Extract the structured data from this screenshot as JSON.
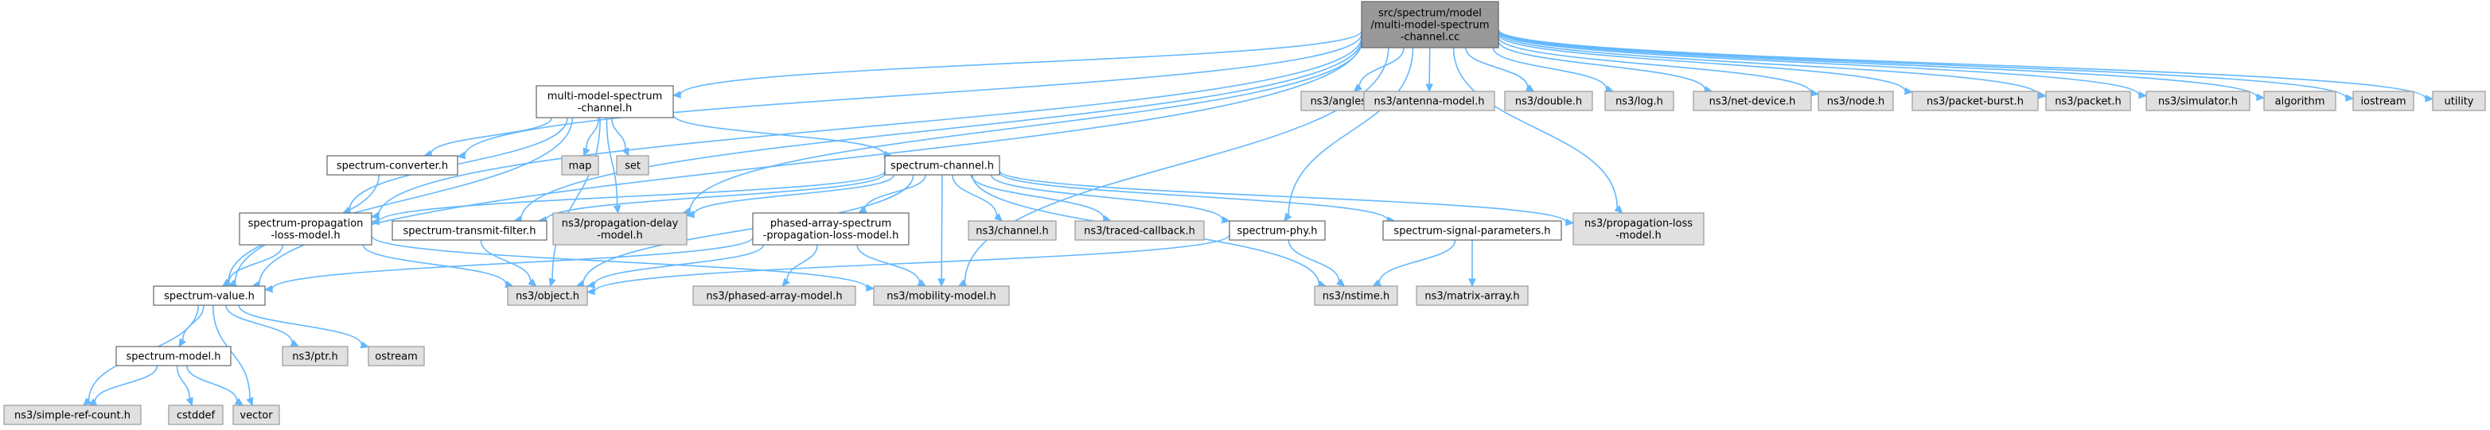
{
  "nodes": {
    "root": [
      "src/spectrum/model",
      "/multi-model-spectrum",
      "-channel.cc"
    ],
    "mmsc_h": [
      "multi-model-spectrum",
      "-channel.h"
    ],
    "angles": [
      "ns3/angles.h"
    ],
    "antenna": [
      "ns3/antenna-model.h"
    ],
    "double": [
      "ns3/double.h"
    ],
    "log": [
      "ns3/log.h"
    ],
    "netdevice": [
      "ns3/net-device.h"
    ],
    "node": [
      "ns3/node.h"
    ],
    "packetburst": [
      "ns3/packet-burst.h"
    ],
    "packet": [
      "ns3/packet.h"
    ],
    "simulator": [
      "ns3/simulator.h"
    ],
    "algorithm": [
      "algorithm"
    ],
    "iostream": [
      "iostream"
    ],
    "utility": [
      "utility"
    ],
    "map": [
      "map"
    ],
    "set": [
      "set"
    ],
    "converter": [
      "spectrum-converter.h"
    ],
    "channel": [
      "spectrum-channel.h"
    ],
    "proploss": [
      "spectrum-propagation",
      "-loss-model.h"
    ],
    "txfilter": [
      "spectrum-transmit-filter.h"
    ],
    "propdelay": [
      "ns3/propagation-delay",
      "-model.h"
    ],
    "pasp": [
      "phased-array-spectrum",
      "-propagation-loss-model.h"
    ],
    "ns3channel": [
      "ns3/channel.h"
    ],
    "traced": [
      "ns3/traced-callback.h"
    ],
    "phy": [
      "spectrum-phy.h"
    ],
    "sigparams": [
      "spectrum-signal-parameters.h"
    ],
    "ns3proploss": [
      "ns3/propagation-loss",
      "-model.h"
    ],
    "value": [
      "spectrum-value.h"
    ],
    "object": [
      "ns3/object.h"
    ],
    "phasedarray": [
      "ns3/phased-array-model.h"
    ],
    "mobility": [
      "ns3/mobility-model.h"
    ],
    "nstime": [
      "ns3/nstime.h"
    ],
    "matrix": [
      "ns3/matrix-array.h"
    ],
    "model": [
      "spectrum-model.h"
    ],
    "ptr": [
      "ns3/ptr.h"
    ],
    "ostream": [
      "ostream"
    ],
    "refcount": [
      "ns3/simple-ref-count.h"
    ],
    "cstddef": [
      "cstddef"
    ],
    "vector": [
      "vector"
    ]
  },
  "edges": [
    [
      "root",
      "mmsc_h"
    ],
    [
      "root",
      "angles"
    ],
    [
      "root",
      "antenna"
    ],
    [
      "root",
      "double"
    ],
    [
      "root",
      "log"
    ],
    [
      "root",
      "netdevice"
    ],
    [
      "root",
      "node"
    ],
    [
      "root",
      "packetburst"
    ],
    [
      "root",
      "packet"
    ],
    [
      "root",
      "simulator"
    ],
    [
      "root",
      "algorithm"
    ],
    [
      "root",
      "iostream"
    ],
    [
      "root",
      "utility"
    ],
    [
      "root",
      "converter"
    ],
    [
      "root",
      "proploss"
    ],
    [
      "root",
      "txfilter"
    ],
    [
      "root",
      "propdelay"
    ],
    [
      "root",
      "phy"
    ],
    [
      "root",
      "ns3proploss"
    ],
    [
      "root",
      "value"
    ],
    [
      "root",
      "mobility"
    ],
    [
      "mmsc_h",
      "map"
    ],
    [
      "mmsc_h",
      "set"
    ],
    [
      "mmsc_h",
      "converter"
    ],
    [
      "mmsc_h",
      "channel"
    ],
    [
      "mmsc_h",
      "proploss"
    ],
    [
      "mmsc_h",
      "propdelay"
    ],
    [
      "mmsc_h",
      "value"
    ],
    [
      "mmsc_h",
      "object"
    ],
    [
      "converter",
      "value"
    ],
    [
      "channel",
      "proploss"
    ],
    [
      "channel",
      "txfilter"
    ],
    [
      "channel",
      "propdelay"
    ],
    [
      "channel",
      "pasp"
    ],
    [
      "channel",
      "ns3channel"
    ],
    [
      "channel",
      "traced"
    ],
    [
      "channel",
      "phy"
    ],
    [
      "channel",
      "sigparams"
    ],
    [
      "channel",
      "ns3proploss"
    ],
    [
      "channel",
      "object"
    ],
    [
      "channel",
      "mobility"
    ],
    [
      "channel",
      "nstime"
    ],
    [
      "proploss",
      "value"
    ],
    [
      "proploss",
      "object"
    ],
    [
      "proploss",
      "mobility"
    ],
    [
      "txfilter",
      "object"
    ],
    [
      "pasp",
      "value"
    ],
    [
      "pasp",
      "object"
    ],
    [
      "pasp",
      "phasedarray"
    ],
    [
      "pasp",
      "mobility"
    ],
    [
      "phy",
      "object"
    ],
    [
      "phy",
      "nstime"
    ],
    [
      "sigparams",
      "nstime"
    ],
    [
      "sigparams",
      "matrix"
    ],
    [
      "value",
      "model"
    ],
    [
      "value",
      "ptr"
    ],
    [
      "value",
      "ostream"
    ],
    [
      "value",
      "refcount"
    ],
    [
      "value",
      "vector"
    ],
    [
      "model",
      "refcount"
    ],
    [
      "model",
      "cstddef"
    ],
    [
      "model",
      "vector"
    ]
  ]
}
